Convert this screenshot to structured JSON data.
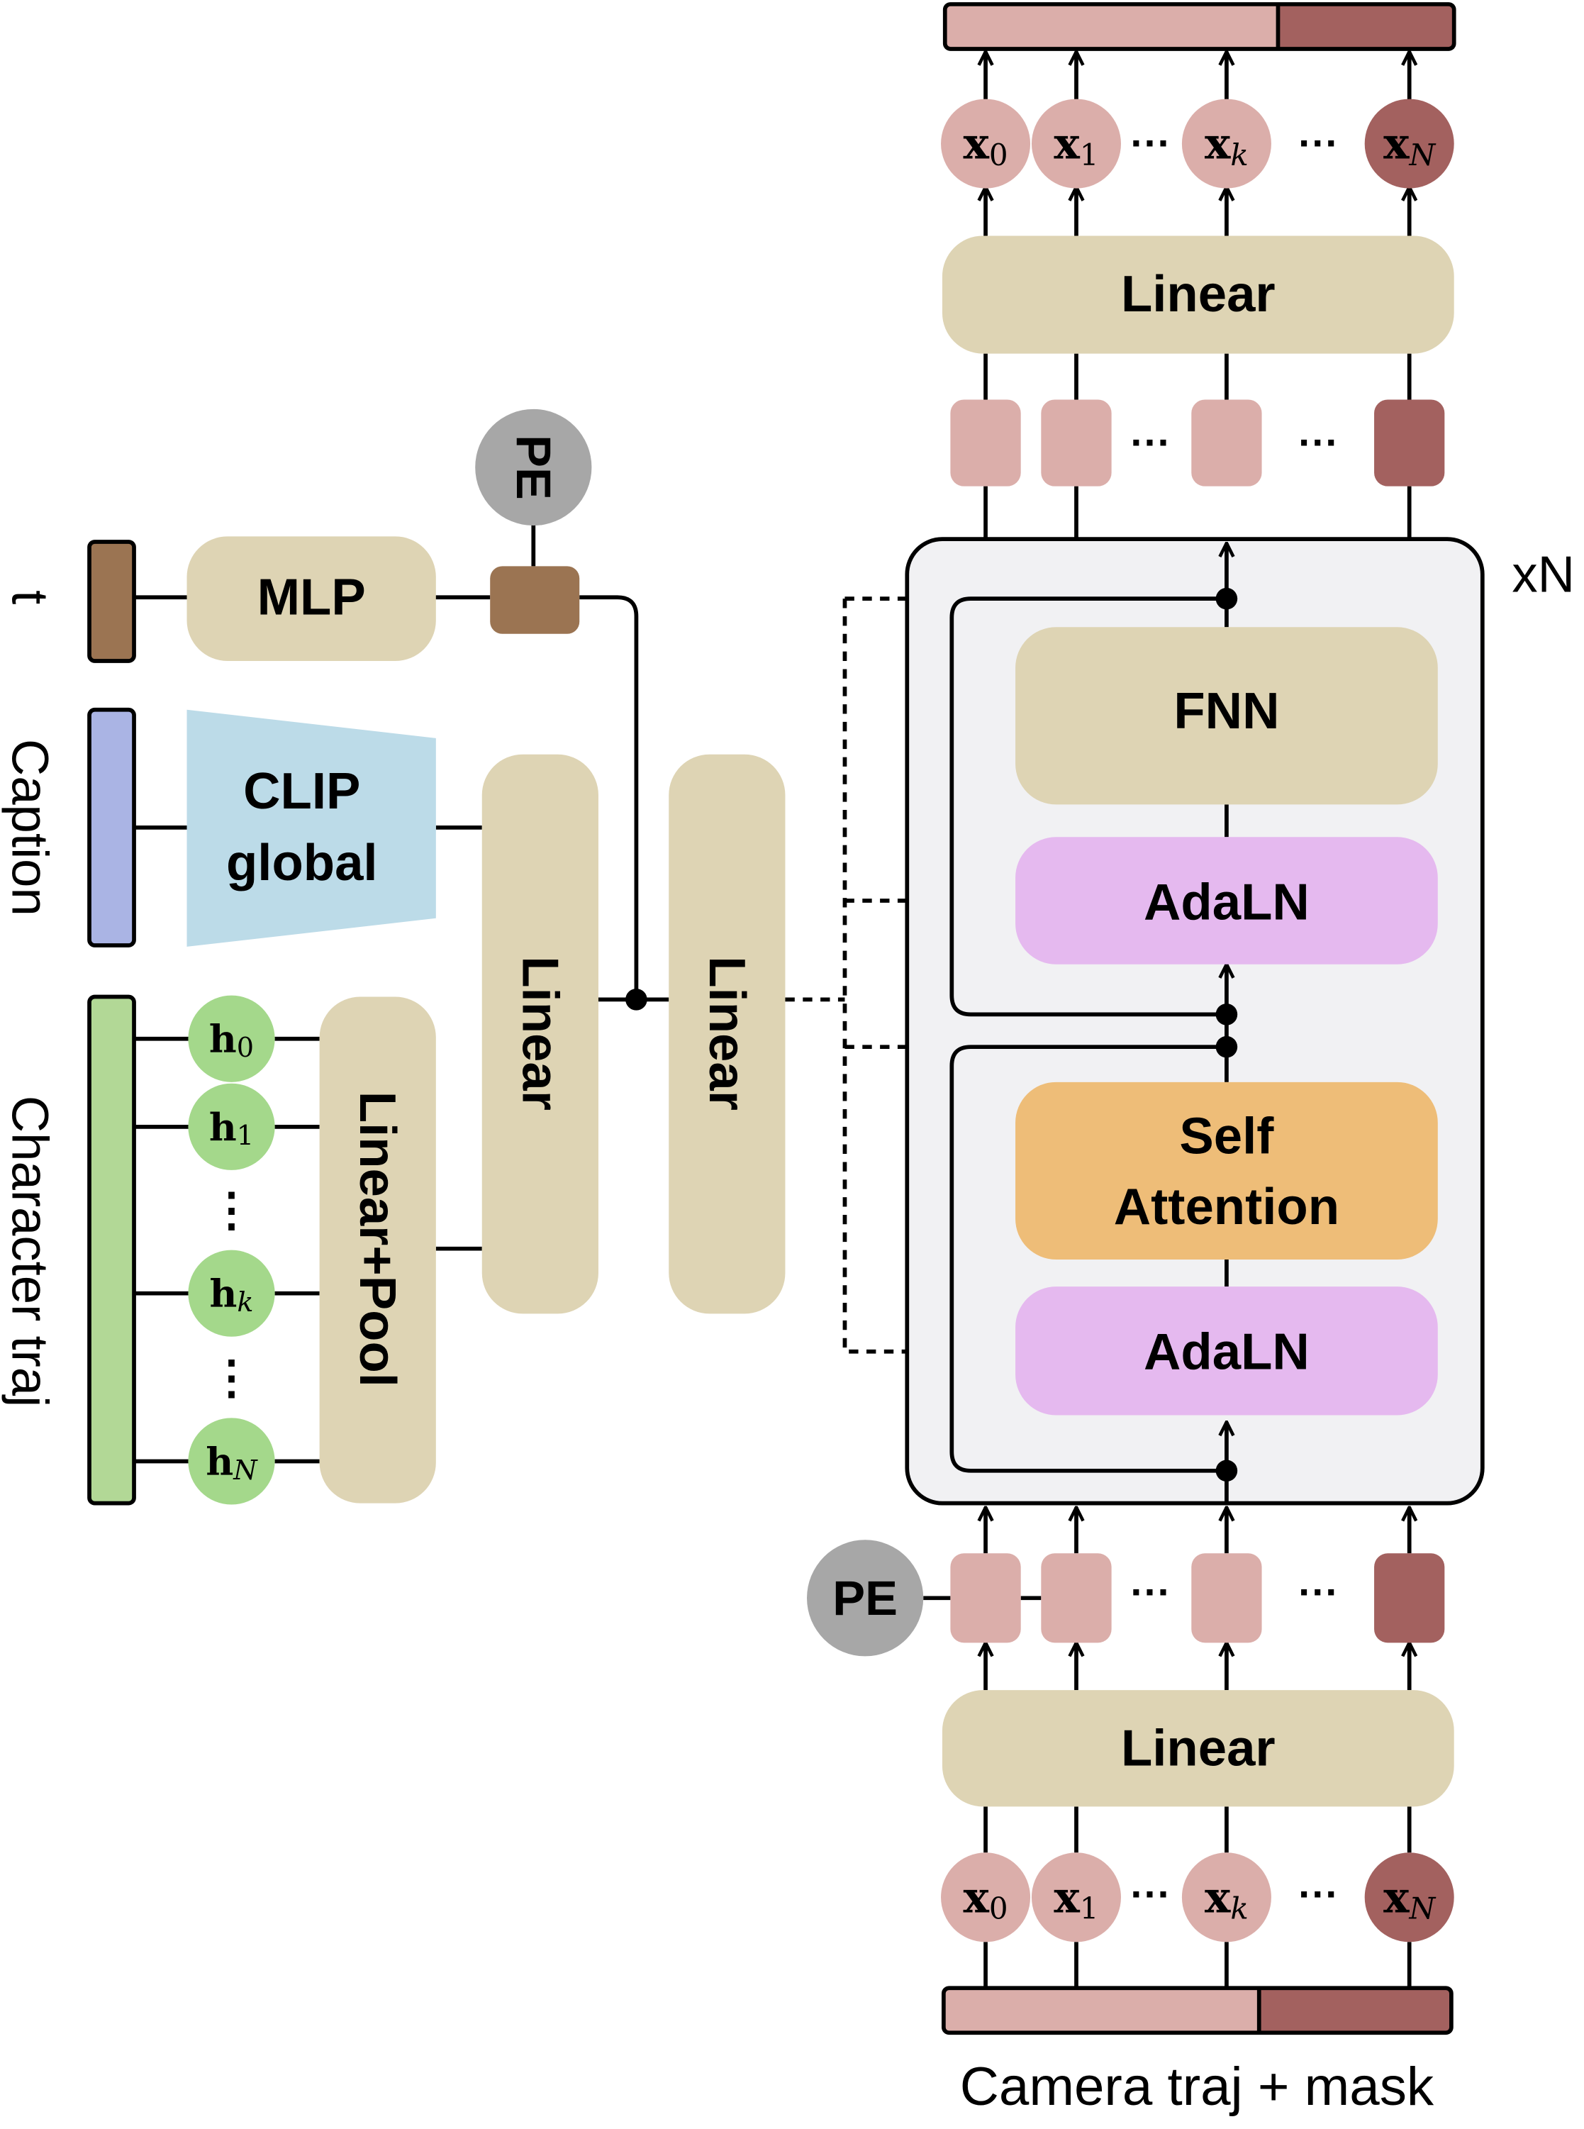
{
  "inputs": {
    "t_label": "t",
    "caption_label": "Caption",
    "character_traj_label": "Character traj",
    "camera_traj_label": "Camera traj + mask"
  },
  "blocks": {
    "mlp": "MLP",
    "pe_top": "PE",
    "pe_bottom": "PE",
    "clip_line1": "CLIP",
    "clip_line2": "global",
    "linear_pool": "Linear+Pool",
    "linear_cond_1": "Linear",
    "linear_cond_2": "Linear",
    "linear_top": "Linear",
    "linear_bottom": "Linear",
    "fnn": "FNN",
    "adaln_top": "AdaLN",
    "adaln_bottom": "AdaLN",
    "self_attn_line1": "Self",
    "self_attn_line2": "Attention",
    "repeat": "xN"
  },
  "tokens": {
    "x_base": "x",
    "x_subs": [
      "0",
      "1",
      "k",
      "N"
    ],
    "h_base": "h",
    "h_subs": [
      "0",
      "1",
      "k",
      "N"
    ],
    "ellipsis": "···",
    "vertical_ellipsis": "⋮"
  },
  "colors": {
    "beige": "#ded4b4",
    "pink": "#dbaeaa",
    "dark_pink": "#a3615f",
    "brown": "#9b7452",
    "lavender": "#aab4e4",
    "light_blue": "#bcdbe8",
    "green": "#b2d896",
    "token_green": "#a4d88b",
    "purple": "#e5b9ef",
    "orange": "#eebd78",
    "gray": "#a7a7a7",
    "panel": "#f1f1f3"
  }
}
